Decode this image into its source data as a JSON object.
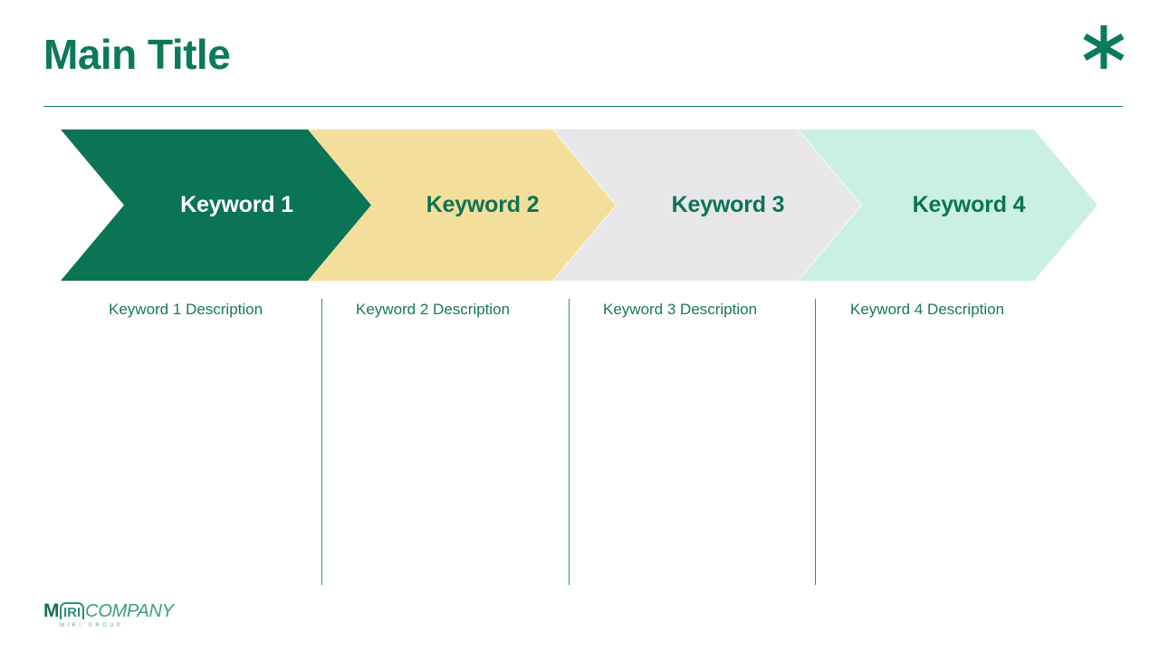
{
  "header": {
    "title": "Main Title",
    "asterisk_icon": "asterisk-icon",
    "accent_color": "#0b7a5b",
    "rule_color": "#0e8074"
  },
  "process": {
    "steps": [
      {
        "label": "Keyword 1",
        "description": "Keyword 1 Description",
        "fill_color": "#0a7455",
        "text_color": "#ffffff"
      },
      {
        "label": "Keyword 2",
        "description": "Keyword 2 Description",
        "fill_color": "#f4de9c",
        "text_color": "#0a7455"
      },
      {
        "label": "Keyword 3",
        "description": "Keyword 3 Description",
        "fill_color": "#e7e7e9",
        "text_color": "#0a7455"
      },
      {
        "label": "Keyword 4",
        "description": "Keyword 4 Description",
        "fill_color": "#c9f0e2",
        "text_color": "#0a7455"
      }
    ],
    "divider_color": "#2f8a84",
    "description_color": "#17785b"
  },
  "logo": {
    "mark": "M",
    "badge": "IRI",
    "wordmark": "COMPANY",
    "tagline": "MIRI GROUP"
  }
}
